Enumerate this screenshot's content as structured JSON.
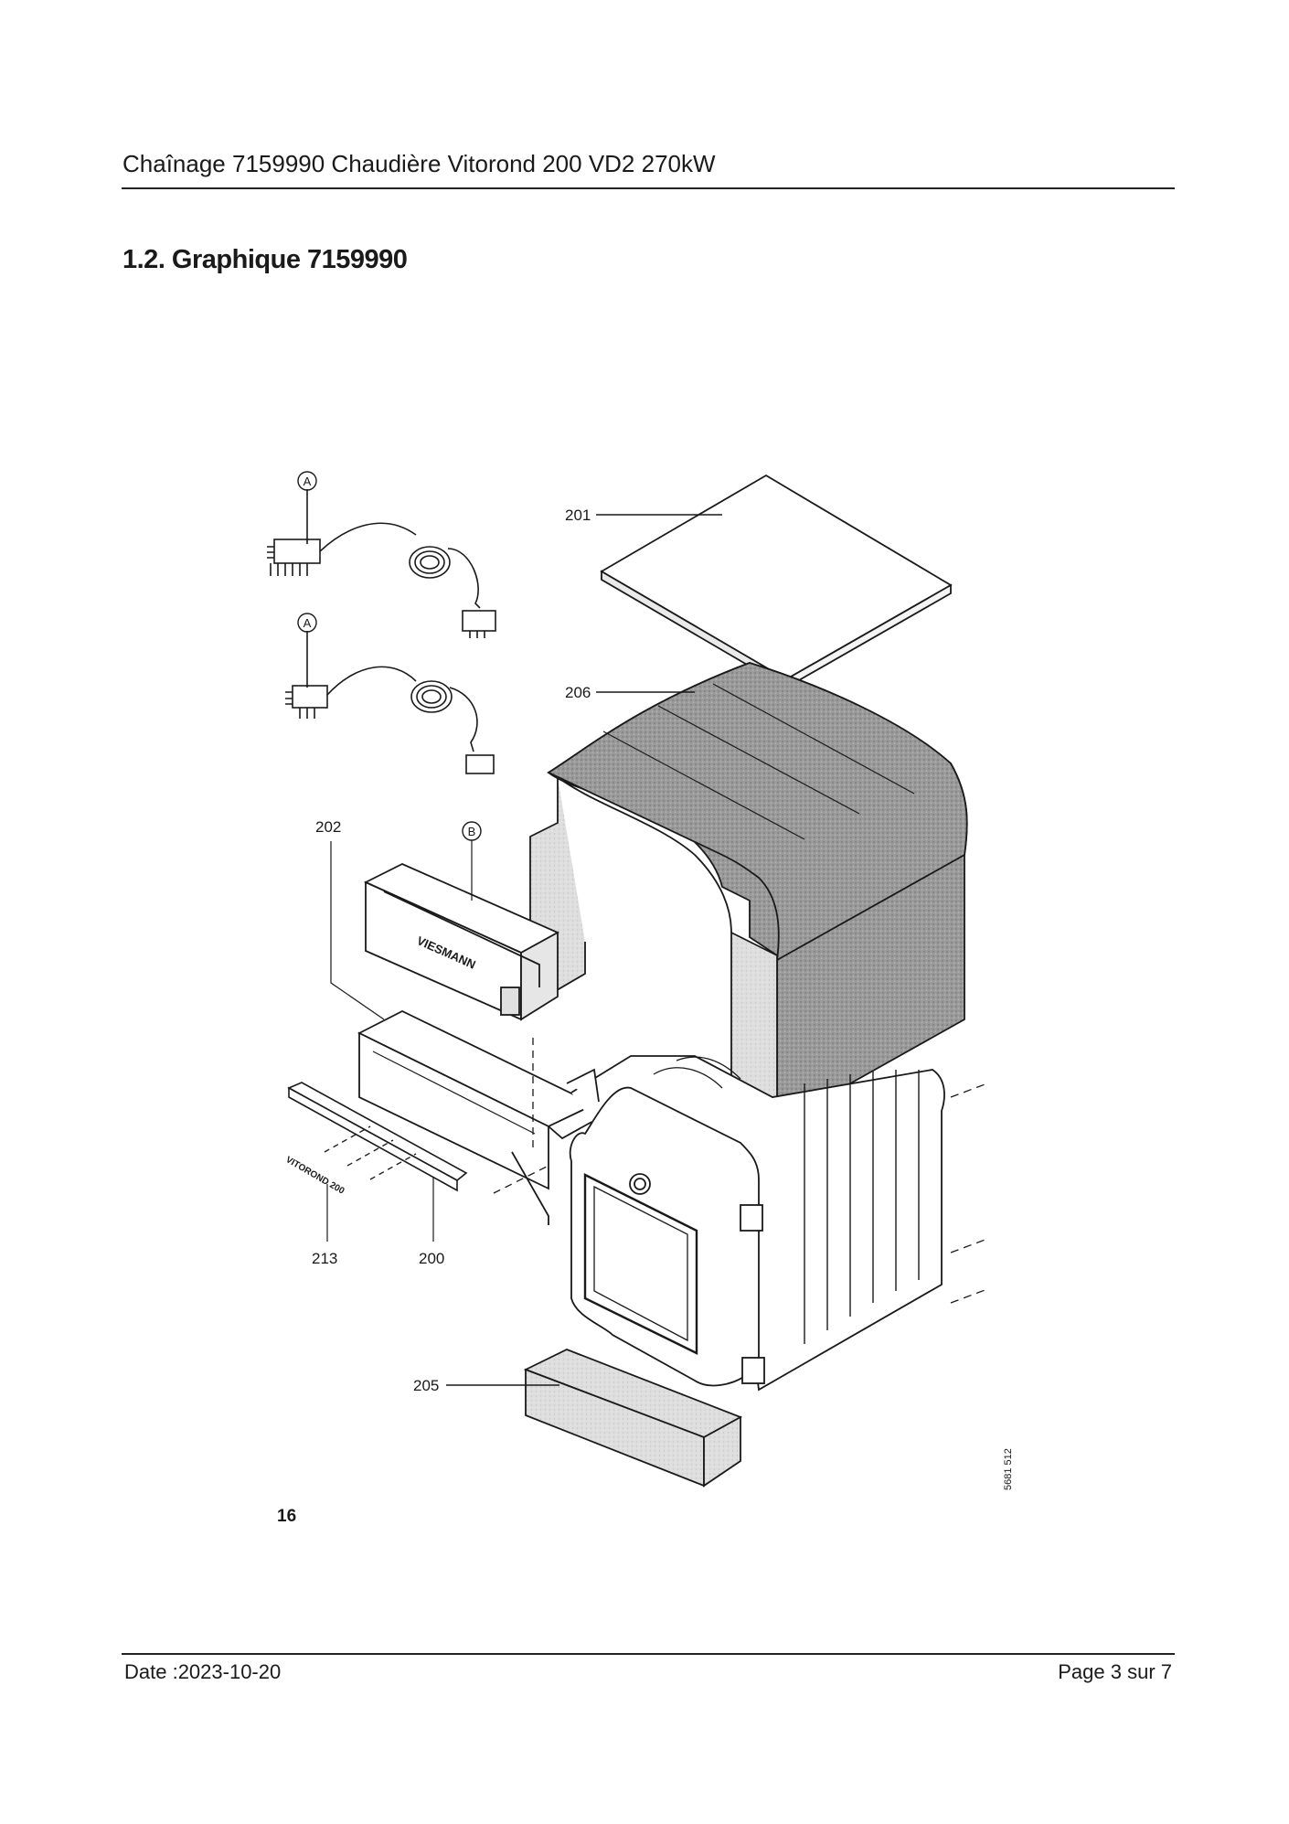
{
  "header": {
    "title": "Chaînage 7159990 Chaudière Vitorond 200 VD2 270kW"
  },
  "section": {
    "title": "1.2. Graphique 7159990"
  },
  "figure": {
    "number": "16",
    "reference": "5681 512",
    "callouts": {
      "c200": "200",
      "c201": "201",
      "c202": "202",
      "c205": "205",
      "c206": "206",
      "c213": "213",
      "a1": "A",
      "a2": "A",
      "b": "B"
    },
    "logo_text": "VIESMANN",
    "strip_text": "VITOROND 200"
  },
  "footer": {
    "date": "Date :2023-10-20",
    "page": "Page 3 sur  7"
  }
}
